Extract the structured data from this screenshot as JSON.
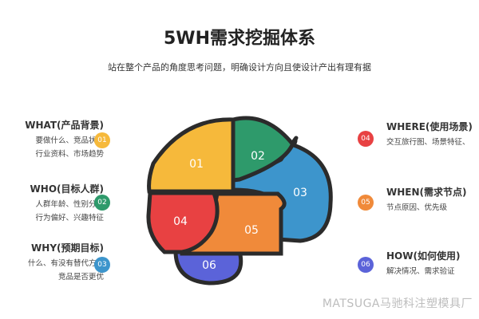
{
  "header": {
    "title": "5WH需求挖掘体系",
    "subtitle": "站在整个产品的角度思考问题，明确设计方向且使设计产出有理有据"
  },
  "items": [
    {
      "num": "01",
      "heading": "WHAT(产品背景)",
      "lines": [
        "要做什么、竞品状况",
        "行业资料、市场趋势"
      ],
      "color": "#F6B93B"
    },
    {
      "num": "02",
      "heading": "WHO(目标人群)",
      "lines": [
        "人群年龄、性别分布",
        "行为偏好、兴趣特征"
      ],
      "color": "#2E9A6B"
    },
    {
      "num": "03",
      "heading": "WHY(预期目标)",
      "lines": [
        "什么、有没有替代方案",
        "竞品是否更优"
      ],
      "color": "#3D95CC"
    },
    {
      "num": "04",
      "heading": "WHERE(使用场景)",
      "lines": [
        "交互旅行图、场景特征、"
      ],
      "color": "#E84142"
    },
    {
      "num": "05",
      "heading": "WHEN(需求节点)",
      "lines": [
        "节点原因、优先级"
      ],
      "color": "#F08A3A"
    },
    {
      "num": "06",
      "heading": "HOW(如何使用)",
      "lines": [
        "解决情况、需求验证"
      ],
      "color": "#5B63D9"
    }
  ],
  "watermark": "MATSUGA马驰科注塑模具厂"
}
